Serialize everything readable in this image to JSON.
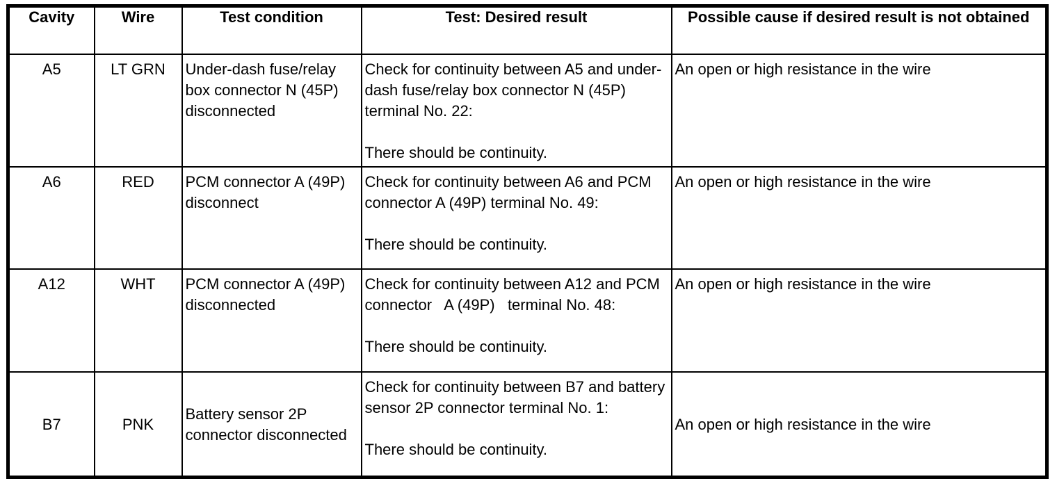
{
  "table": {
    "name": "wire-continuity-test-table",
    "columns": [
      {
        "key": "cavity",
        "label": "Cavity"
      },
      {
        "key": "wire",
        "label": "Wire"
      },
      {
        "key": "condition",
        "label": "Test condition"
      },
      {
        "key": "test",
        "label": "Test: Desired result"
      },
      {
        "key": "cause",
        "label": "Possible cause if desired result is not obtained"
      }
    ],
    "rows": [
      {
        "cavity": "A5",
        "wire": "LT GRN",
        "condition": "Under-dash fuse/relay box connector N (45P)   disconnected",
        "test": "Check for continuity between A5 and under-dash fuse/relay box connector N (45P)   terminal No. 22:\n\nThere should be continuity.",
        "cause": "An open or high resistance in the wire"
      },
      {
        "cavity": "A6",
        "wire": "RED",
        "condition": "PCM connector A (49P)   disconnect",
        "test": "Check for continuity between A6 and PCM connector A (49P) terminal No. 49:\n\nThere should be continuity.",
        "cause": "An open or high resistance in the wire"
      },
      {
        "cavity": "A12",
        "wire": "WHT",
        "condition": "PCM connector A (49P)   disconnected",
        "test": "Check for continuity between A12 and PCM connector   A (49P)   terminal No. 48:\n\nThere should be continuity.",
        "cause": "An open or high resistance in the wire"
      },
      {
        "cavity": "B7",
        "wire": "PNK",
        "condition": "Battery sensor 2P connector disconnected",
        "test": "Check for continuity between B7 and battery sensor 2P connector terminal No. 1:\n\nThere should be continuity.",
        "cause": "An open or high resistance in the wire"
      }
    ]
  },
  "colors": {
    "border": "#000000",
    "background": "#ffffff",
    "text": "#000000"
  }
}
